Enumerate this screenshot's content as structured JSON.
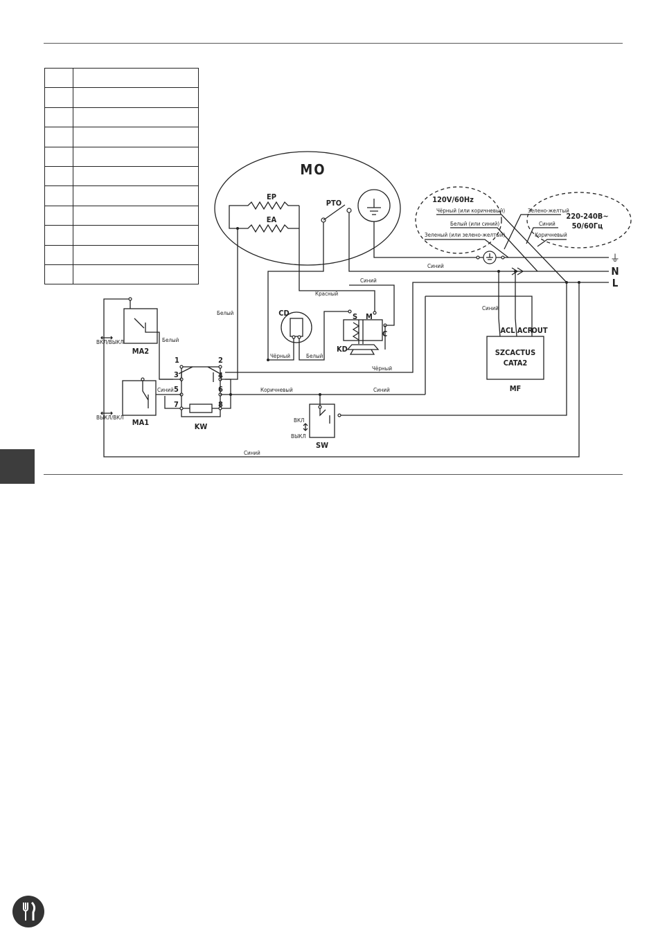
{
  "legend_rows": 11,
  "mains": {
    "voltage_120": "120V/60Hz",
    "voltage_220_line1": "220-240В~",
    "voltage_220_line2": "50/60Гц"
  },
  "lines": {
    "N": "N",
    "L": "L"
  },
  "wire_labels": {
    "black_or_brown": "Чёрный (или коричневый)",
    "white_or_blue": "Белый (или синий)",
    "green_or_gy": "Зеленый (или зелено-желтый)",
    "green_yellow": "Зелено-желтый",
    "blue": "Синий",
    "brown": "Коричневый",
    "red": "Красный",
    "white": "Белый",
    "black": "Чёрный"
  },
  "components": {
    "mo": "MO",
    "ep": "EP",
    "ea": "EA",
    "pto": "PTO",
    "cd": "CD",
    "kd": "KD",
    "s": "S",
    "m": "M",
    "c": "C",
    "ma1": "MA1",
    "ma2": "MA2",
    "kw": "KW",
    "sw": "SW",
    "mf": "MF",
    "acl": "ACL",
    "acr": "ACR",
    "out": "OUT",
    "mf_name_1": "SZCACTUS",
    "mf_name_2": "CATA2",
    "on": "ВКЛ",
    "off": "ВЫКЛ",
    "on_off": "ВКЛ/ВЫКЛ",
    "off_on": "ВЫКЛ/ВКЛ"
  },
  "kw_terminals": [
    "1",
    "2",
    "3",
    "4",
    "5",
    "6",
    "7",
    "8"
  ]
}
